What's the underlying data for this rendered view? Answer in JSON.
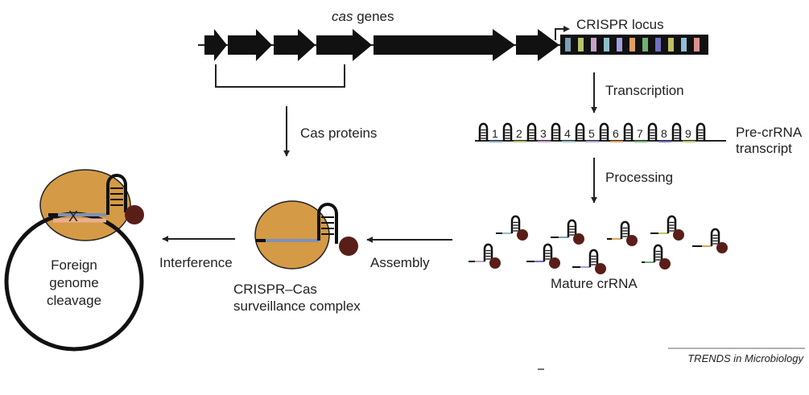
{
  "cas_genes": {
    "italic": "cas",
    "rest": " genes"
  },
  "crispr_locus_label": "CRISPR locus",
  "transcription_label": "Transcription",
  "cas_proteins_label": "Cas proteins",
  "pre_crrna_label": [
    "Pre-crRNA",
    "transcript"
  ],
  "spacer_numbers": [
    "1",
    "2",
    "3",
    "4",
    "5",
    "6",
    "7",
    "8",
    "9"
  ],
  "processing_label": "Processing",
  "mature_crrna_label": "Mature crRNA",
  "assembly_label": "Assembly",
  "interference_label": "Interference",
  "surveillance_label": [
    "CRISPR–Cas",
    "surveillance complex"
  ],
  "foreign_genome_label": [
    "Foreign",
    "genome",
    "cleavage"
  ],
  "cleavage_mark": "X",
  "source_label": "TRENDS in Microbiology",
  "spacer_colors": [
    "#7aa0b8",
    "#b8c46a",
    "#c8a0c8",
    "#8cc0c8",
    "#a0a0e0",
    "#e0a060",
    "#70b070",
    "#7070c0",
    "#c0c060",
    "#90c0d8",
    "#e09090"
  ],
  "colors": {
    "protein_body": "#d59a45",
    "protein_ball": "#5a1e18",
    "guide_strand": "#7c92b5",
    "foreign_strand": "#e8b090"
  }
}
